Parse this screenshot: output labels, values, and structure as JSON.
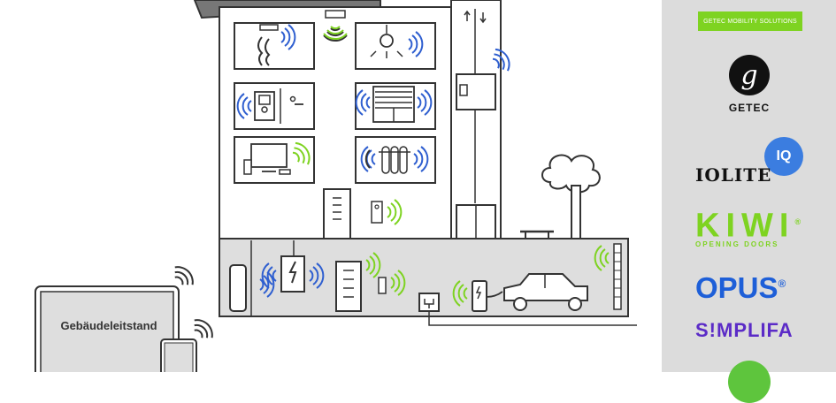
{
  "diagram": {
    "monitor_label": "Gebäudeleitstand"
  },
  "sidebar": {
    "getec_mobility": "GETEC MOBILITY SOLUTIONS",
    "getec_mark": "g",
    "getec_name": "GETEC",
    "iolite": "IOLITE",
    "iolite_badge": "IQ",
    "kiwi": "KIWI",
    "kiwi_registered": "®",
    "kiwi_sub": "OPENING DOORS",
    "opus": "OPUS",
    "opus_registered": "®",
    "simplifa": "S!MPLIFA"
  },
  "colors": {
    "wave_blue": "#2f5fd0",
    "wave_green": "#7ed321",
    "line": "#333333",
    "basement": "#dedede",
    "sidebar": "#dcdcdc"
  }
}
